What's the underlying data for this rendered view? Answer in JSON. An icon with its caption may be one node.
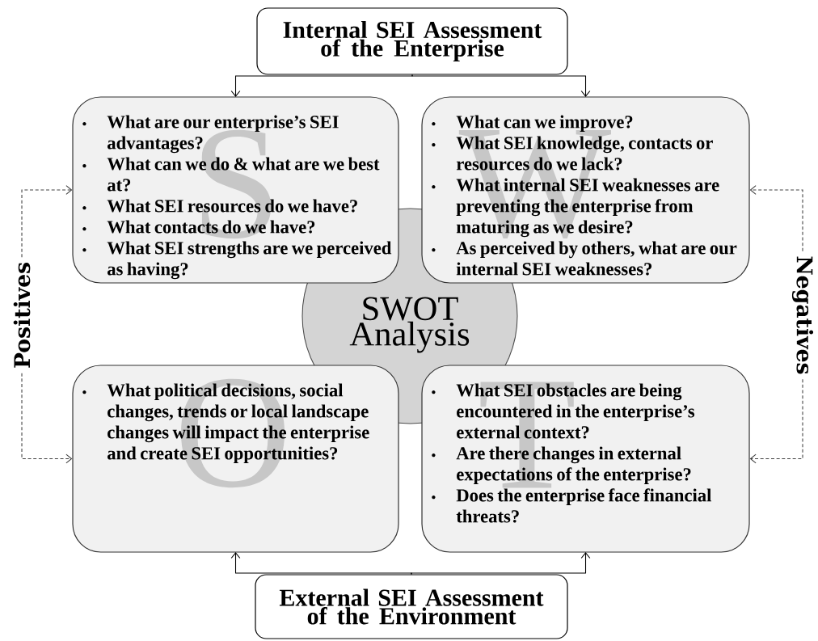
{
  "diagram": {
    "nodes": [
      {
        "text": [
          "Internal SEI Assessment of the Enterprise"
        ]
      },
      {
        "text": [
          "S",
          "What are our enterprise’s SEI advantages?",
          "What can we do & what are we best at?",
          "What SEI resources do we have?",
          "What contacts do we have?",
          "What SEI strengths are we perceived as having?"
        ]
      },
      {
        "text": [
          "W",
          "What can we improve?",
          "What SEI knowledge, contacts or resources do we lack?",
          "What internal SEI weaknesses are preventing the enterprise from maturing as we desire?",
          "As perceived by others, what are our internal SEI weaknesses?"
        ]
      },
      {
        "text": [
          "Positives"
        ]
      },
      {
        "text": [
          "SWOT Analysis"
        ]
      },
      {
        "text": [
          "Negatives"
        ]
      },
      {
        "text": [
          "O",
          "What political decisions, social changes, trends or local landscape changes will impact the enterprise and create SEI opportunities?"
        ]
      },
      {
        "text": [
          "T",
          "What SEI obstacles are being encountered in the enterprise’s external context?",
          "Are there changes in external expectations of the enterprise?",
          "Does the enterprise face financial threats?"
        ]
      },
      {
        "text": [
          "External SEI Assessment of the Environment"
        ]
      }
    ],
    "edges": [
      {
        "from": 0,
        "to": 1,
        "arrow": "to"
      },
      {
        "from": 0,
        "to": 2,
        "arrow": "to"
      },
      {
        "from": 3,
        "to": 1,
        "arrow": "to",
        "style": "dashed"
      },
      {
        "from": 3,
        "to": 6,
        "arrow": "to",
        "style": "dashed"
      },
      {
        "from": 5,
        "to": 2,
        "arrow": "to",
        "style": "dashed"
      },
      {
        "from": 5,
        "to": 7,
        "arrow": "to",
        "style": "dashed"
      },
      {
        "from": 8,
        "to": 6,
        "arrow": "to"
      },
      {
        "from": 8,
        "to": 7,
        "arrow": "to"
      }
    ]
  }
}
